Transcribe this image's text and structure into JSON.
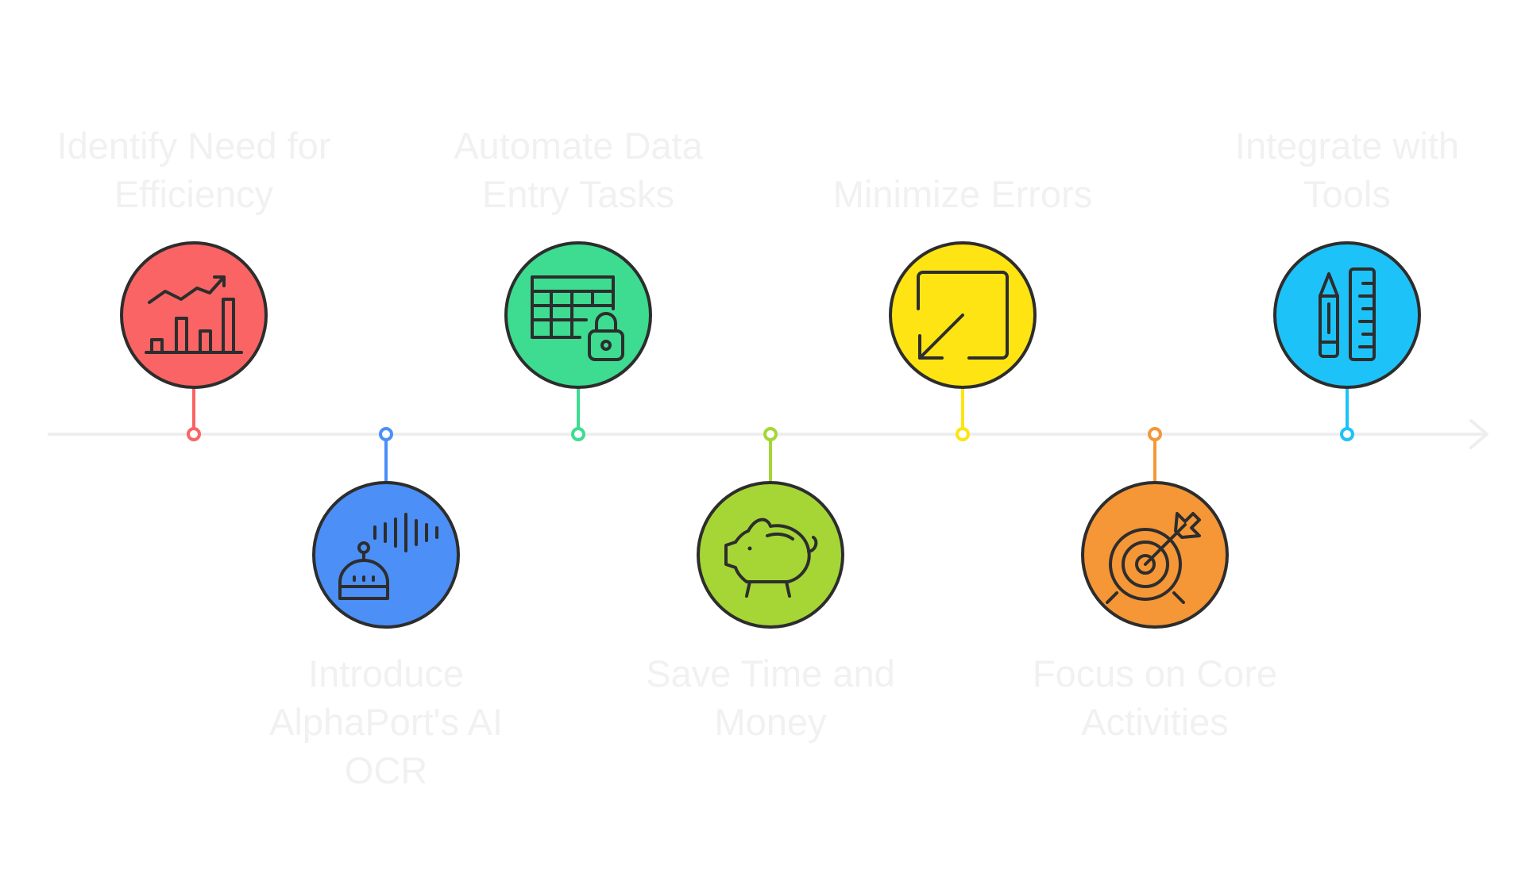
{
  "colors": {
    "timeline": "#eeeeee",
    "outline": "#2d2d2d",
    "label": "#f1f1f1"
  },
  "steps": [
    {
      "label": "Identify Need for Efficiency",
      "icon": "trend-chart-icon",
      "color": "#fa6464",
      "position": "top"
    },
    {
      "label": "Introduce AlphaPort's AI OCR",
      "icon": "robot-voice-icon",
      "color": "#4b8ff7",
      "position": "bottom"
    },
    {
      "label": "Automate Data Entry Tasks",
      "icon": "locked-table-icon",
      "color": "#3ddc91",
      "position": "top"
    },
    {
      "label": "Save Time and Money",
      "icon": "piggy-bank-icon",
      "color": "#a5d636",
      "position": "bottom"
    },
    {
      "label": "Minimize Errors",
      "icon": "minimize-arrow-icon",
      "color": "#fee413",
      "position": "top"
    },
    {
      "label": "Focus on Core Activities",
      "icon": "target-arrow-icon",
      "color": "#f59637",
      "position": "bottom"
    },
    {
      "label": "Integrate with Tools",
      "icon": "pencil-ruler-icon",
      "color": "#1dc3f8",
      "position": "top"
    }
  ]
}
